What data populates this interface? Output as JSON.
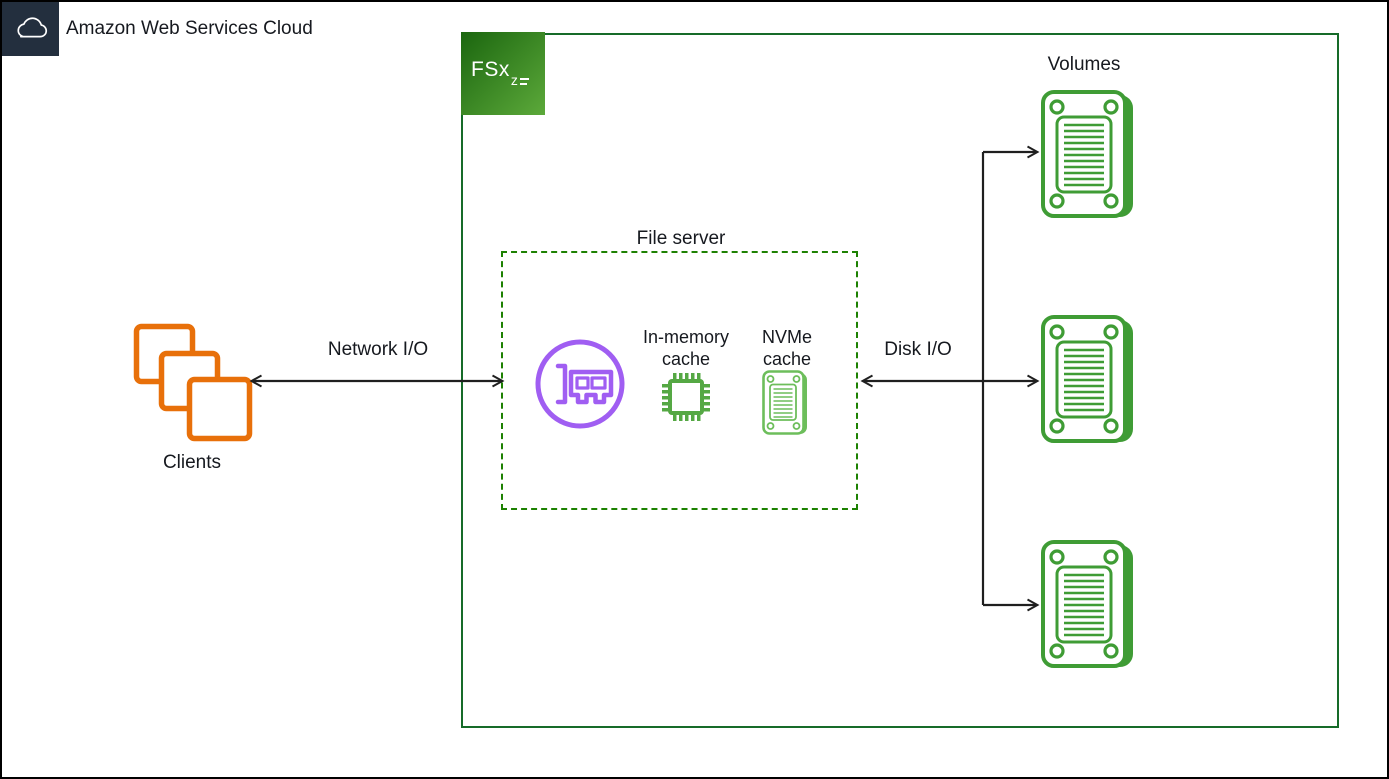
{
  "title_bar": {
    "label": "Amazon Web Services Cloud"
  },
  "fsx_group": {
    "logo": {
      "text": "FSx",
      "sub": "z"
    },
    "volumes": {
      "label": "Volumes",
      "count": 3
    }
  },
  "file_server": {
    "label": "File server",
    "in_memory_cache": {
      "line1": "In-memory",
      "line2": "cache"
    },
    "nvme_cache": {
      "line1": "NVMe",
      "line2": "cache"
    }
  },
  "clients": {
    "label": "Clients"
  },
  "flows": {
    "network_io": {
      "label": "Network I/O"
    },
    "disk_io": {
      "label": "Disk I/O"
    }
  },
  "icons": {
    "aws_cloud": "cloud-icon",
    "fsx_logo": "fsx-openzfs-logo",
    "volume": "volume-icon",
    "network_card": "network-card-icon",
    "memory_chip": "memory-chip-icon",
    "nvme_card": "nvme-card-icon",
    "clients": "stacked-squares-icon"
  },
  "colors": {
    "aws_dark": "#232F3E",
    "group_border_green": "#166B29",
    "file_server_dashed_green": "#1D8102",
    "volume_green": "#3F9C35",
    "chip_green": "#55A844",
    "nvme_green": "#6DBE5B",
    "clients_orange": "#E8700A",
    "network_card_purple": "#A05EF2",
    "fsx_gradient": [
      "#1B660F",
      "#5CA93A"
    ],
    "arrow": "#1F1F1F"
  }
}
